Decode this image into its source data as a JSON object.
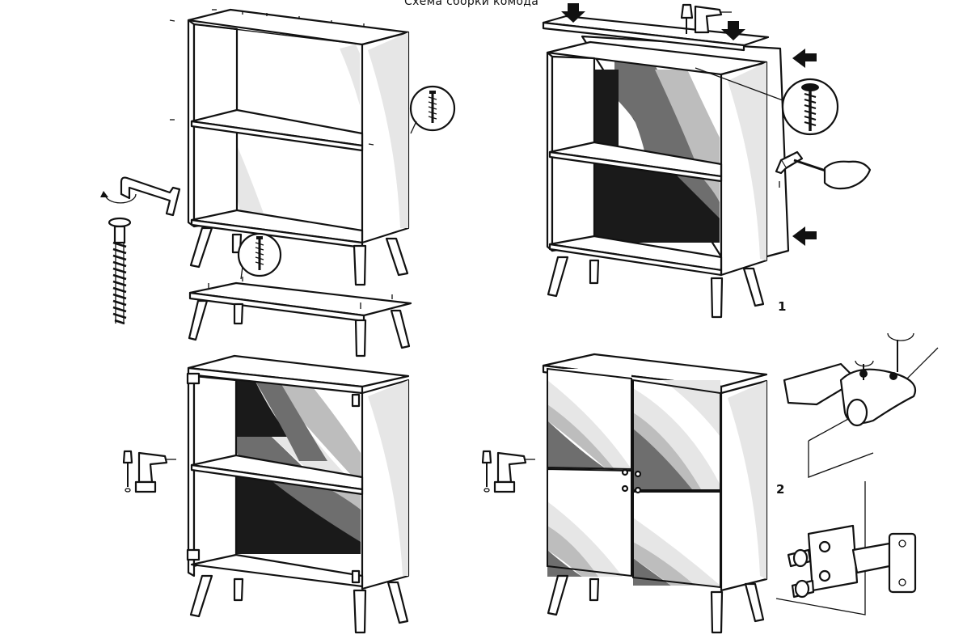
{
  "title": "Схема сборки комода",
  "steps": [
    {
      "label": "1"
    },
    {
      "label": "2"
    }
  ],
  "colors": {
    "line": "#111111",
    "light_gray": "#e6e6e6",
    "mid_gray": "#bdbdbd",
    "dark_gray": "#6e6e6e",
    "black": "#1a1a1a"
  },
  "icons": [
    "hex-key-icon",
    "confirmat-screw-icon",
    "wood-screw-icon",
    "screwdriver-icon",
    "drill-icon",
    "hammer-icon",
    "arrow-icon",
    "rotation-icon",
    "hinge-icon"
  ]
}
